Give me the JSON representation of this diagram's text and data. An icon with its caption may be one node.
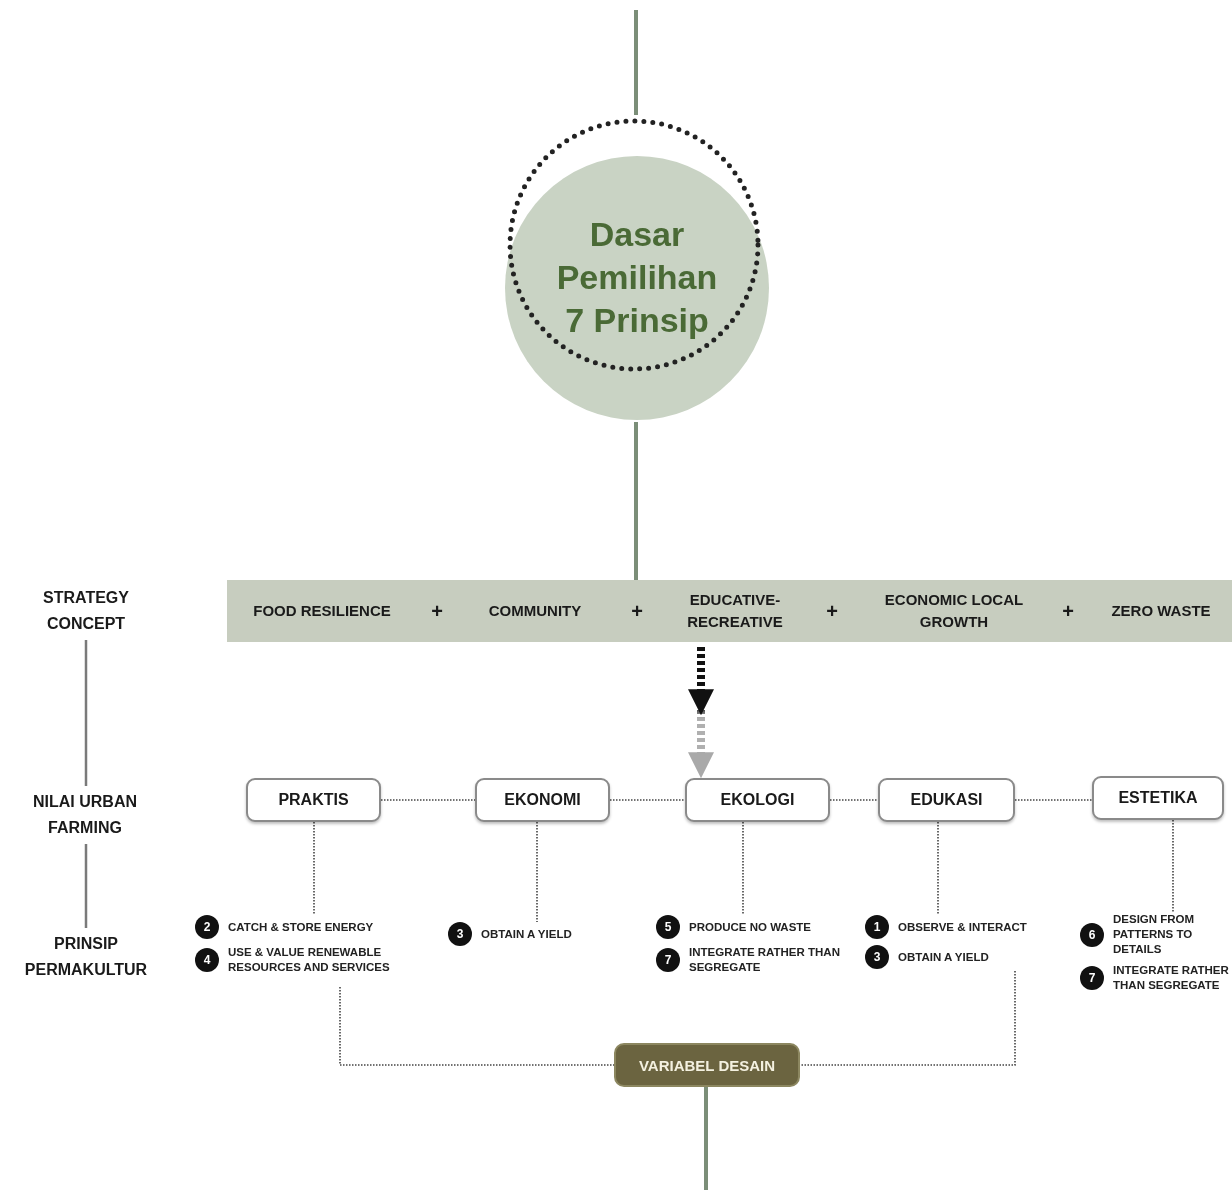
{
  "diagram": {
    "nodes": [
      {
        "text": [
          "Dasar Pemilihan 7 Prinsip"
        ]
      },
      {
        "text": [
          "STRATEGY CONCEPT"
        ]
      },
      {
        "text": [
          "FOOD RESILIENCE",
          "+",
          "COMMUNITY",
          "+",
          "EDUCATIVE- RECREATIVE",
          "+",
          "ECONOMIC LOCAL GROWTH",
          "+",
          "ZERO WASTE"
        ]
      },
      {
        "text": [
          "NILAI URBAN FARMING"
        ]
      },
      {
        "text": [
          "PRAKTIS"
        ]
      },
      {
        "text": [
          "EKONOMI"
        ]
      },
      {
        "text": [
          "EKOLOGI"
        ]
      },
      {
        "text": [
          "EDUKASI"
        ]
      },
      {
        "text": [
          "ESTETIKA"
        ]
      },
      {
        "text": [
          "PRINSIP PERMAKULTUR"
        ]
      },
      {
        "text": [
          "2",
          "CATCH & STORE ENERGY",
          "4",
          "USE & VALUE RENEWABLE RESOURCES AND SERVICES"
        ]
      },
      {
        "text": [
          "3",
          "OBTAIN A YIELD"
        ]
      },
      {
        "text": [
          "5",
          "PRODUCE NO WASTE",
          "7",
          "INTEGRATE RATHER THAN SEGREGATE"
        ]
      },
      {
        "text": [
          "1",
          "OBSERVE & INTERACT",
          "3",
          "OBTAIN A YIELD"
        ]
      },
      {
        "text": [
          "6",
          "DESIGN FROM PATTERNS TO DETAILS",
          "7",
          "INTEGRATE RATHER THAN SEGREGATE"
        ]
      },
      {
        "text": [
          "VARIABEL DESAIN"
        ]
      }
    ],
    "edges": [
      {
        "from": null,
        "to": 0,
        "arrow": "none",
        "style": "thick",
        "color": "#7b8e78"
      },
      {
        "from": 0,
        "to": 2,
        "arrow": "none",
        "style": "thick",
        "color": "#7b8e78"
      },
      {
        "from": 1,
        "to": 3,
        "arrow": "none",
        "color": "#7a7a7a"
      },
      {
        "from": 3,
        "to": 9,
        "arrow": "none",
        "color": "#7a7a7a"
      },
      {
        "from": 2,
        "to": 6,
        "arrow": "to",
        "style": "thick"
      },
      {
        "from": 4,
        "to": 5,
        "arrow": "none",
        "style": "dashed"
      },
      {
        "from": 5,
        "to": 6,
        "arrow": "none",
        "style": "dashed"
      },
      {
        "from": 6,
        "to": 7,
        "arrow": "none",
        "style": "dashed"
      },
      {
        "from": 7,
        "to": 8,
        "arrow": "none",
        "style": "dashed"
      },
      {
        "from": 4,
        "to": 10,
        "arrow": "none",
        "style": "dashed"
      },
      {
        "from": 5,
        "to": 11,
        "arrow": "none",
        "style": "dashed"
      },
      {
        "from": 6,
        "to": 12,
        "arrow": "none",
        "style": "dashed"
      },
      {
        "from": 7,
        "to": 13,
        "arrow": "none",
        "style": "dashed"
      },
      {
        "from": 8,
        "to": 14,
        "arrow": "none",
        "style": "dashed"
      },
      {
        "from": 10,
        "to": 15,
        "arrow": "none",
        "style": "dashed"
      },
      {
        "from": 13,
        "to": 15,
        "arrow": "none",
        "style": "dashed"
      },
      {
        "from": 15,
        "to": null,
        "arrow": "none",
        "style": "thick",
        "color": "#7b8e78"
      }
    ]
  }
}
